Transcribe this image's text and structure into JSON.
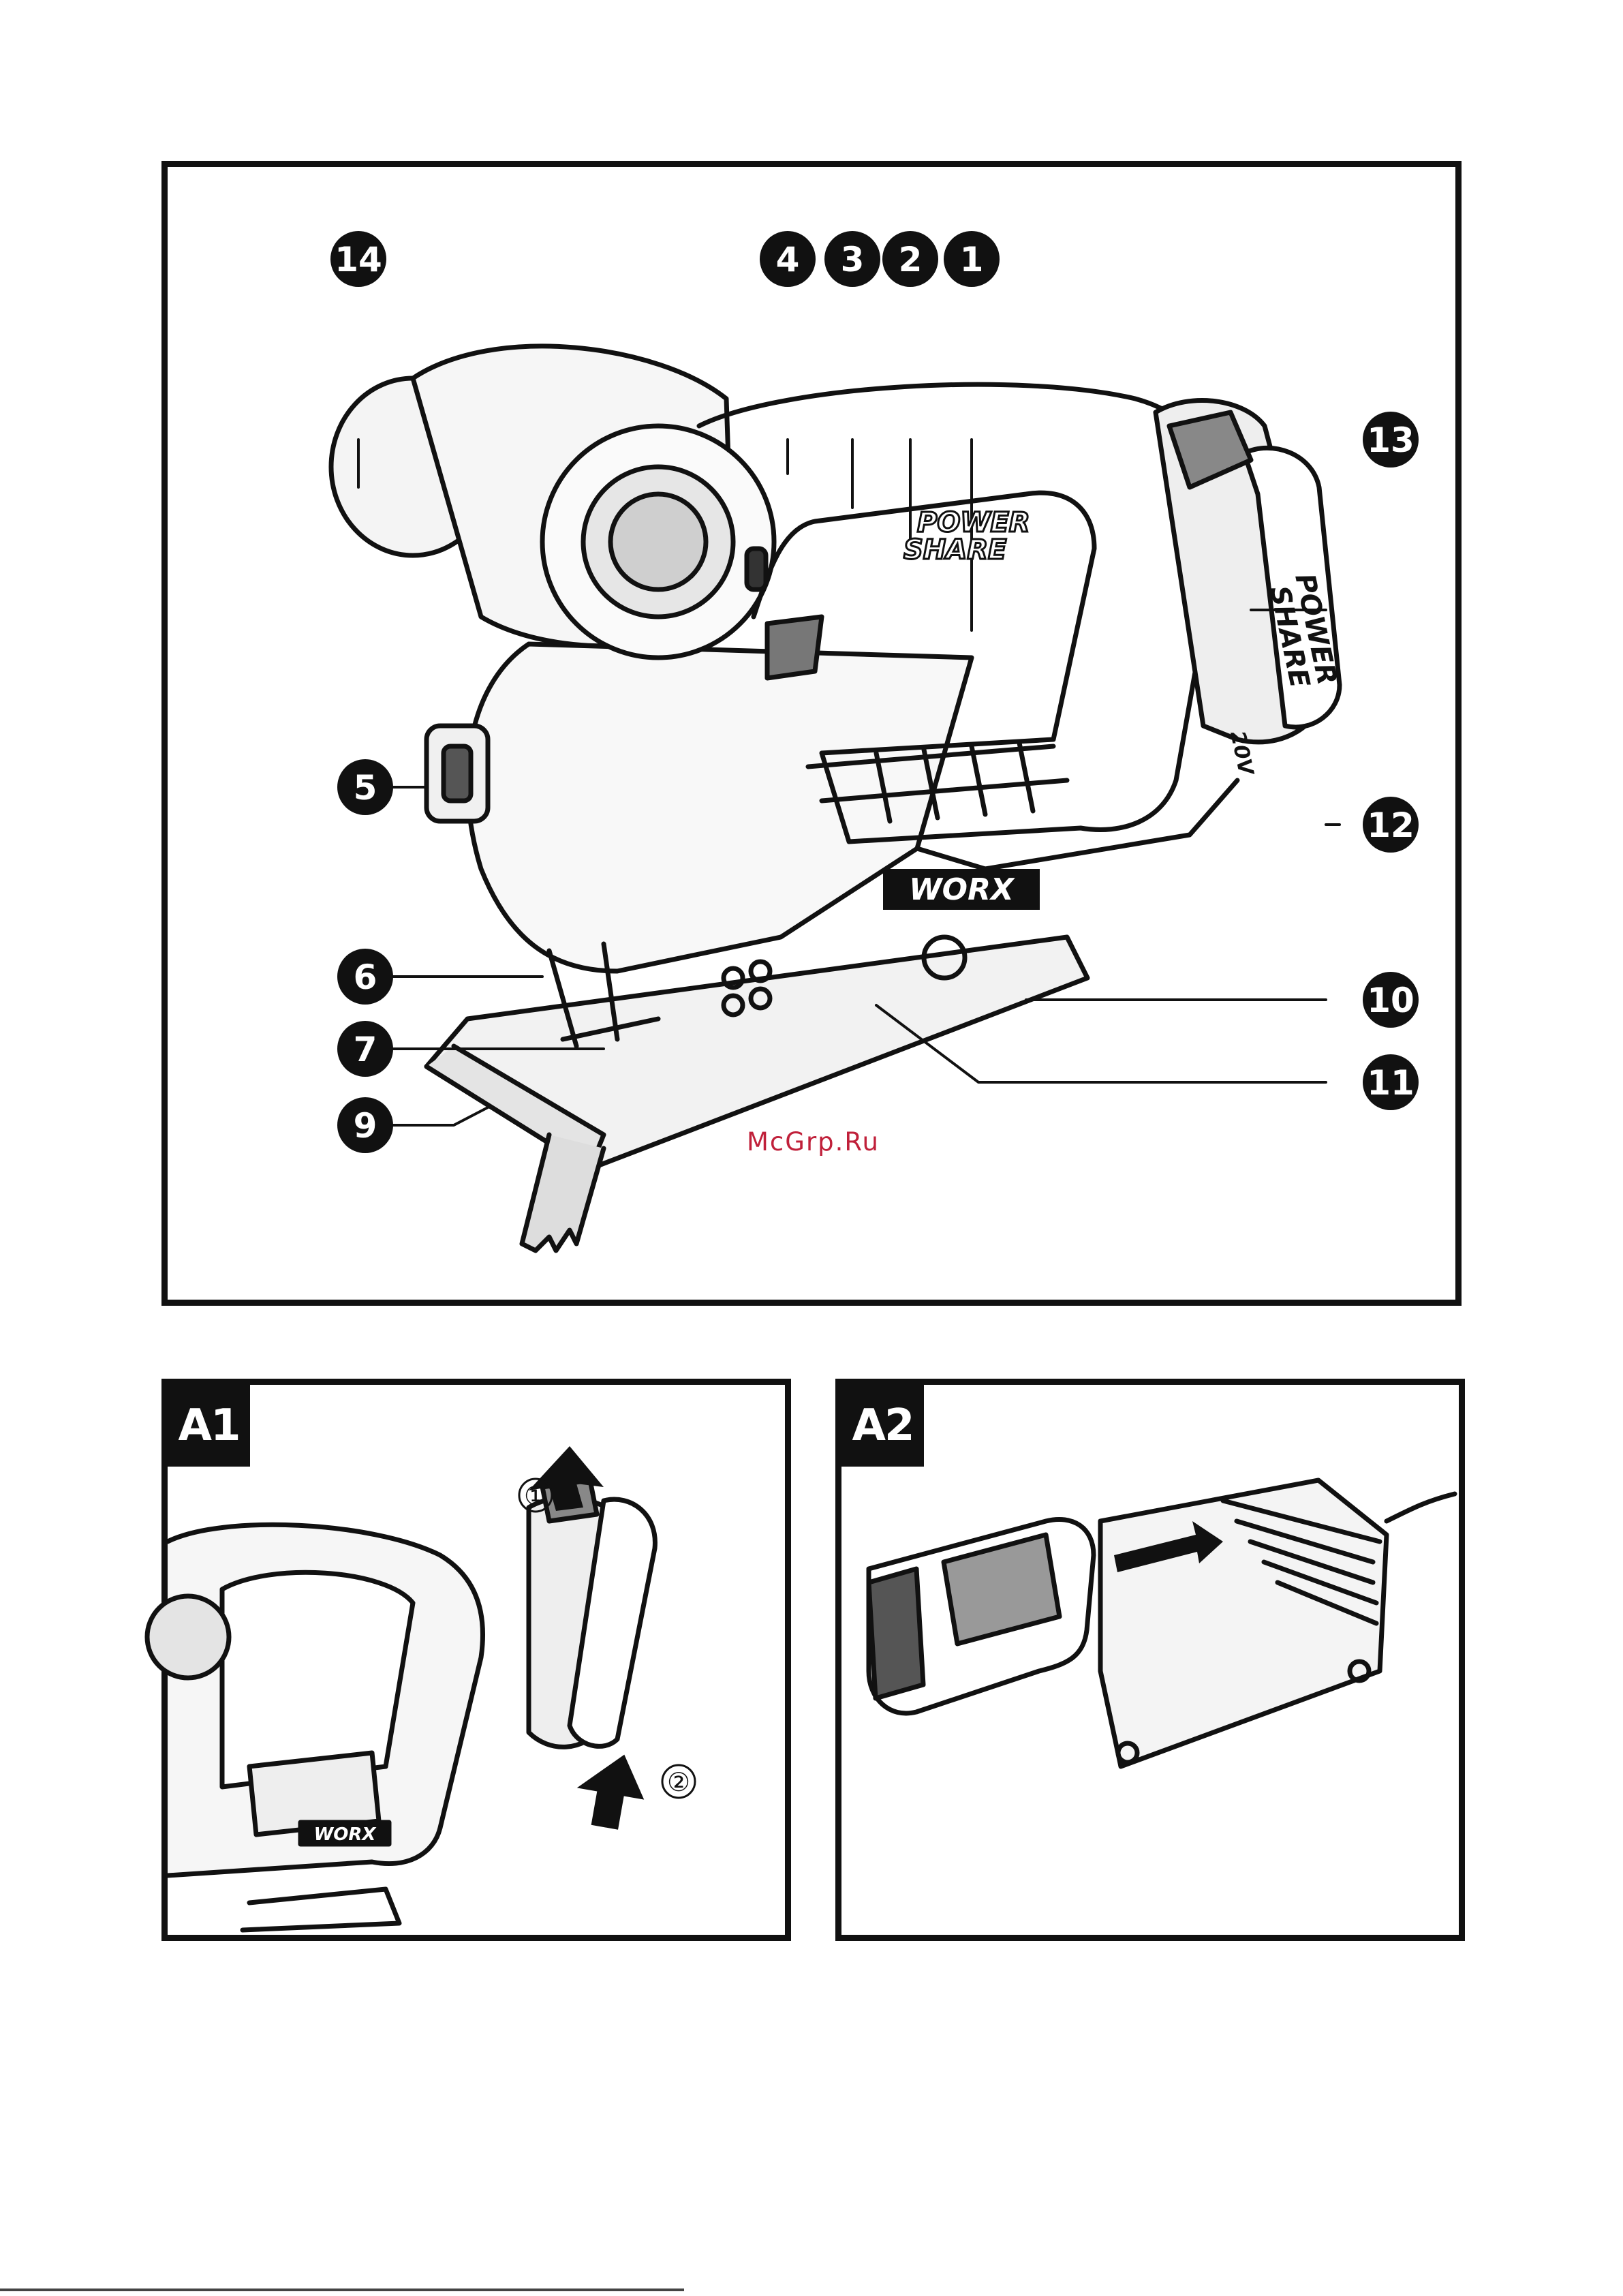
{
  "main_figure": {
    "callouts": [
      "1",
      "2",
      "3",
      "4",
      "5",
      "6",
      "7",
      "9",
      "10",
      "11",
      "12",
      "13",
      "14"
    ],
    "brand": "WORX",
    "power_share": [
      "POWER",
      "SHARE"
    ],
    "battery_voltage": "20V"
  },
  "figure_a1": {
    "label": "A1",
    "steps": [
      "①",
      "②"
    ]
  },
  "figure_a2": {
    "label": "A2"
  },
  "watermark": "McGrp.Ru"
}
